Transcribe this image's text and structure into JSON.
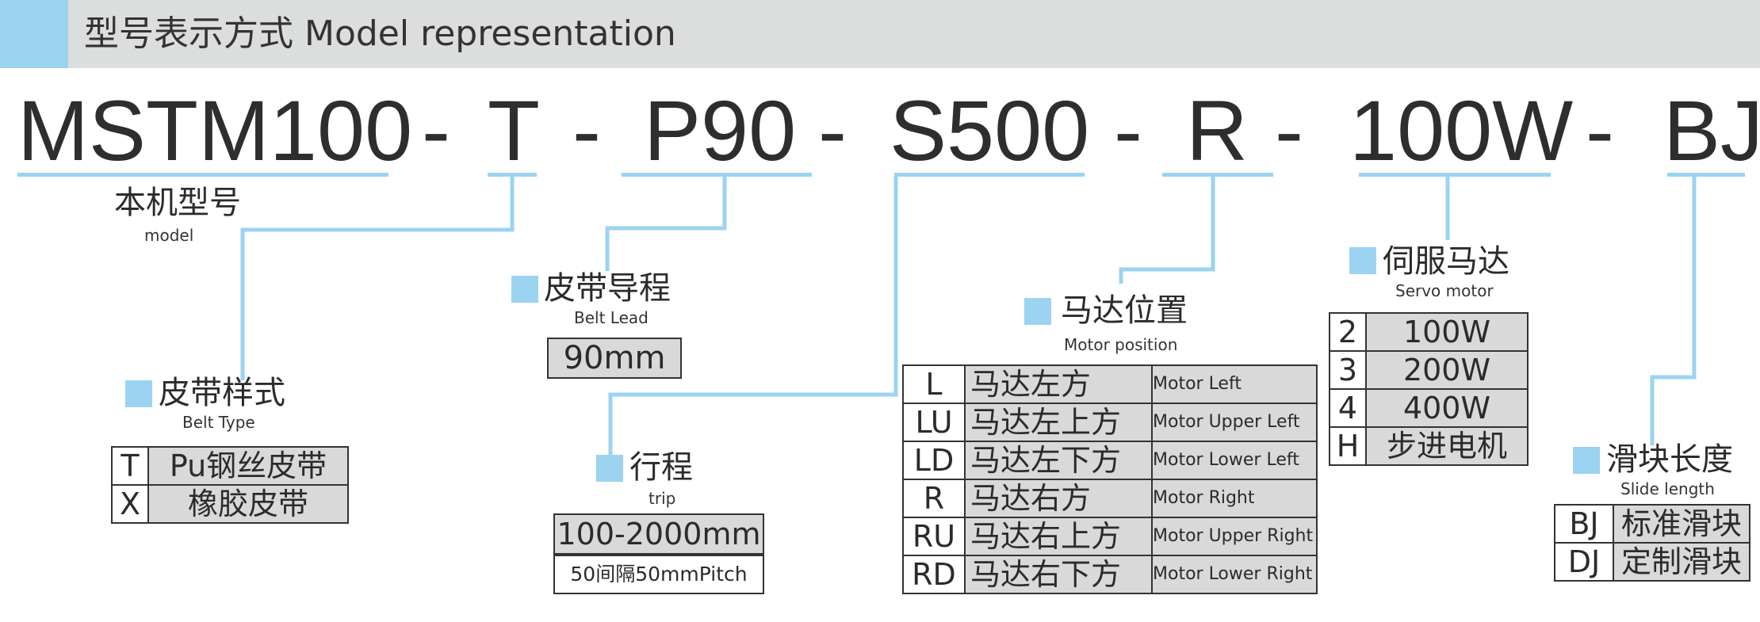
{
  "header": {
    "title": "型号表示方式  Model representation"
  },
  "model_code": {
    "segments": [
      "MSTM100",
      "T",
      "P90",
      "S500",
      "R",
      "100W",
      "BJ"
    ],
    "separator": "-"
  },
  "model_label": {
    "cn": "本机型号",
    "en": "model"
  },
  "belt_type": {
    "cn": "皮带样式",
    "en": "Belt Type",
    "rows": [
      {
        "code": "T",
        "desc": "Pu钢丝皮带"
      },
      {
        "code": "X",
        "desc": "橡胶皮带"
      }
    ]
  },
  "belt_lead": {
    "cn": "皮带导程",
    "en": "Belt Lead",
    "value": "90mm"
  },
  "trip": {
    "cn": "行程",
    "en": "trip",
    "range": "100-2000mm",
    "pitch": "50间隔50mmPitch"
  },
  "motor_position": {
    "cn": "马达位置",
    "en": "Motor position",
    "rows": [
      {
        "code": "L",
        "cn": "马达左方",
        "en": "Motor Left"
      },
      {
        "code": "LU",
        "cn": "马达左上方",
        "en": "Motor Upper Left"
      },
      {
        "code": "LD",
        "cn": "马达左下方",
        "en": "Motor Lower Left"
      },
      {
        "code": "R",
        "cn": "马达右方",
        "en": "Motor Right"
      },
      {
        "code": "RU",
        "cn": "马达右上方",
        "en": "Motor Upper Right"
      },
      {
        "code": "RD",
        "cn": "马达右下方",
        "en": "Motor Lower Right"
      }
    ]
  },
  "servo_motor": {
    "cn": "伺服马达",
    "en": "Servo motor",
    "rows": [
      {
        "code": "2",
        "desc": "100W"
      },
      {
        "code": "3",
        "desc": "200W"
      },
      {
        "code": "4",
        "desc": "400W"
      },
      {
        "code": "H",
        "desc": "步进电机"
      }
    ]
  },
  "slide_length": {
    "cn": "滑块长度",
    "en": "Slide length",
    "rows": [
      {
        "code": "BJ",
        "desc": "标准滑块"
      },
      {
        "code": "DJ",
        "desc": "定制滑块"
      }
    ]
  },
  "colors": {
    "accent": "#9bd3f1",
    "header_bg": "#dcdddd",
    "cell_bg": "#d9d9d9",
    "text": "#2b2b2b"
  }
}
